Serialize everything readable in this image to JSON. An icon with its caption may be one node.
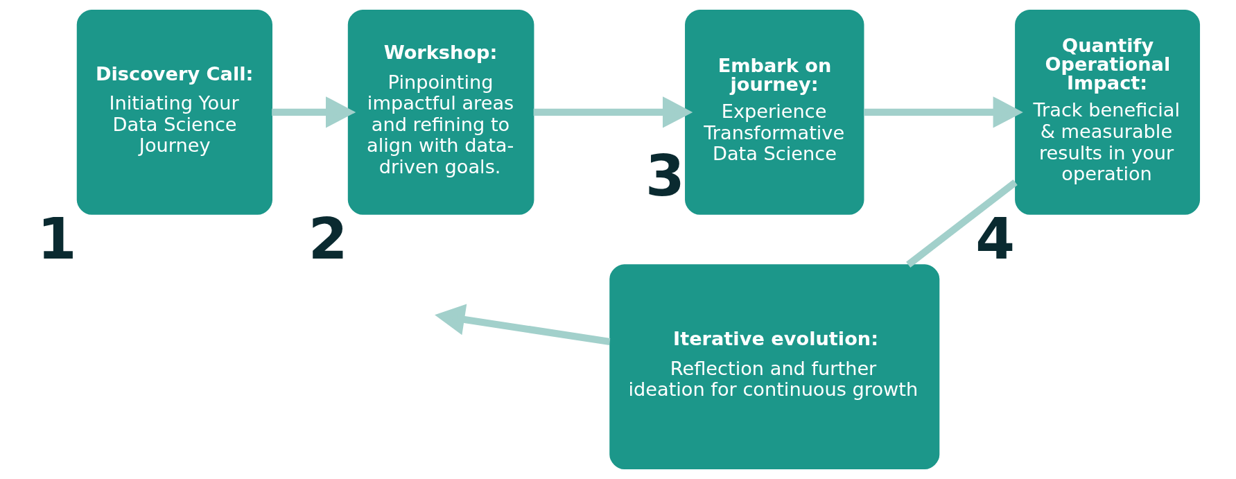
{
  "diagram": {
    "nodes": [
      {
        "text": [
          "Discovery Call:",
          "Initiating Your Data Science Journey"
        ],
        "beside": [
          "1"
        ]
      },
      {
        "text": [
          "Workshop:",
          "Pinpointing impactful areas and refining to align with data-driven goals."
        ],
        "beside": [
          "2"
        ]
      },
      {
        "text": [
          "Embark on journey:",
          "Experience Transformative Data Science"
        ],
        "beside": [
          "3"
        ]
      },
      {
        "text": [
          "Quantify Operational Impact:",
          "Track beneficial & measurable results in your operation"
        ],
        "beside": [
          "4"
        ]
      },
      {
        "text": [
          "Iterative evolution:",
          "Reflection and further ideation for continuous growth"
        ]
      }
    ],
    "edges": [
      {
        "from": 0,
        "to": 1,
        "arrow": "to"
      },
      {
        "from": 1,
        "to": 2,
        "arrow": "to"
      },
      {
        "from": 2,
        "to": 3,
        "arrow": "to"
      },
      {
        "from": 3,
        "to": 4,
        "arrow": "none"
      },
      {
        "from": 4,
        "to": null,
        "arrow": "to"
      }
    ]
  }
}
